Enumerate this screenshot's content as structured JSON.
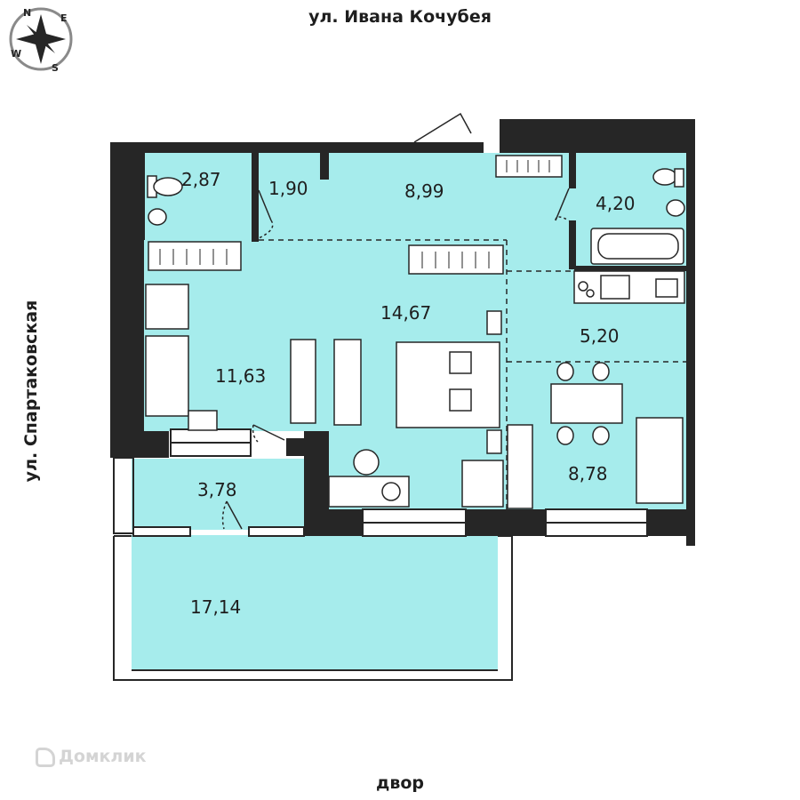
{
  "streets": {
    "top": "ул. Ивана Кочубея",
    "left": "ул. Спартаковская",
    "bottom": "двор"
  },
  "compass": {
    "n": "N",
    "e": "E",
    "s": "S",
    "w": "W"
  },
  "areas": {
    "wc": "2,87",
    "closet": "1,90",
    "hall": "8,99",
    "bath": "4,20",
    "bedroom": "14,67",
    "kitchen": "5,20",
    "room_left": "11,63",
    "living": "8,78",
    "loggia_small": "3,78",
    "terrace": "17,14"
  },
  "watermark": "Домклик",
  "colors": {
    "floor": "#a6ecec",
    "wall": "#262626",
    "furniture": "#ffffff"
  }
}
